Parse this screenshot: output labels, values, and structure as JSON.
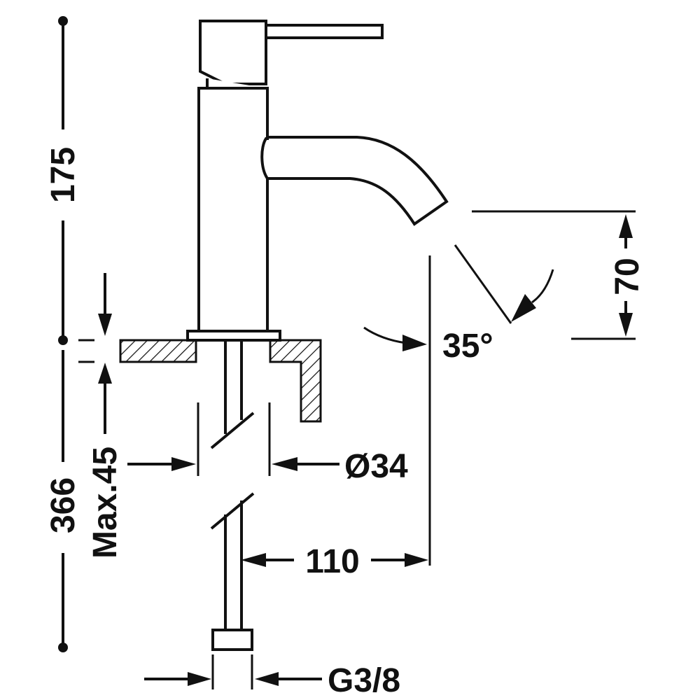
{
  "dimensions": {
    "height_total": "366",
    "height_spout": "175",
    "max_counter_thickness": "Max.45",
    "diameter": "Ø34",
    "reach": "110",
    "outlet_height": "70",
    "spout_angle": "35°",
    "connection": "G3/8"
  },
  "colors": {
    "line": "#111111",
    "background": "#ffffff"
  }
}
